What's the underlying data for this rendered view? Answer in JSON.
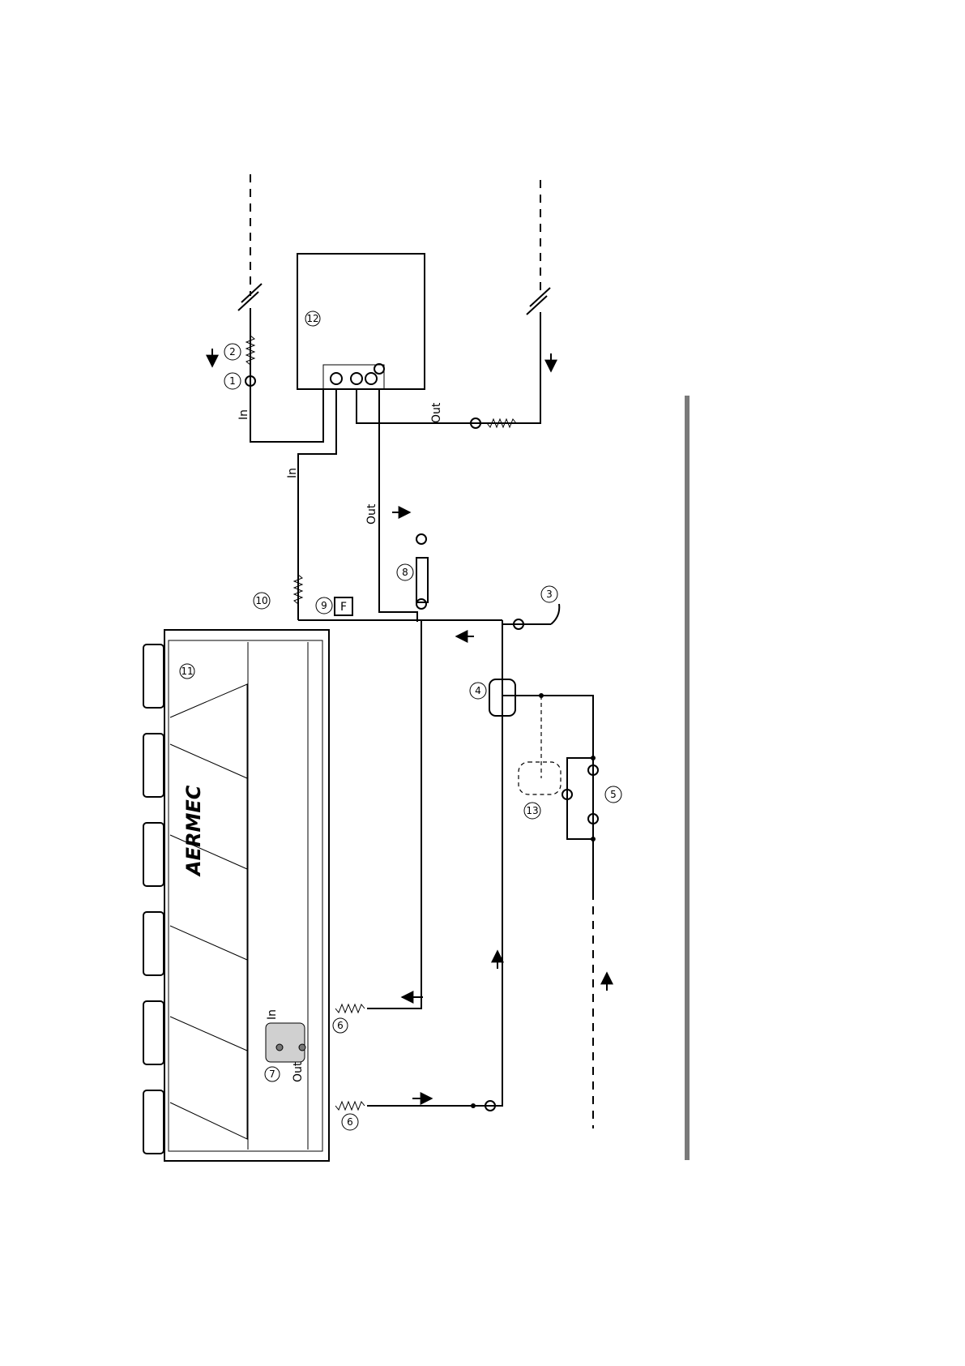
{
  "logo": "AERMEC",
  "labels": {
    "in_top": "In",
    "in_mid": "In",
    "out_top": "Out",
    "out_mid": "Out",
    "in_unit": "In",
    "out_unit": "Out",
    "filter_letter": "F"
  },
  "callouts": [
    "1",
    "2",
    "3",
    "4",
    "5",
    "6",
    "7",
    "8",
    "9",
    "10",
    "11",
    "12",
    "13",
    "6"
  ],
  "colors": {
    "line": "#000000",
    "paper": "#ffffff",
    "bar": "#7a7a7a",
    "accessory": "#d0d0d0"
  }
}
